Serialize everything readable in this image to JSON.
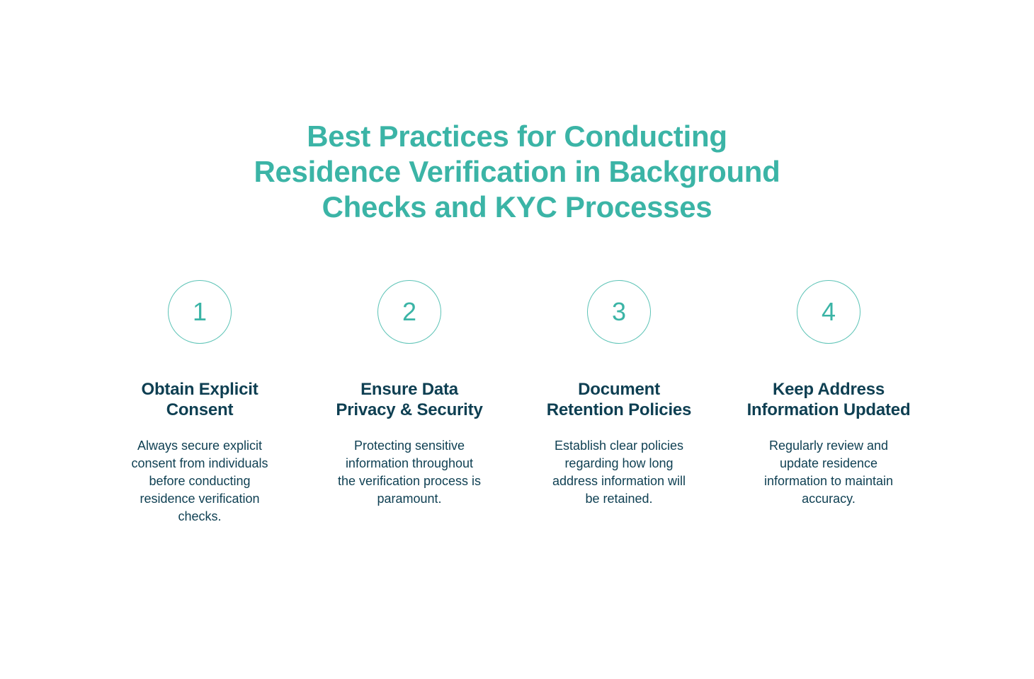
{
  "title": {
    "lines": [
      "Best Practices for Conducting",
      "Residence Verification in Background",
      "Checks and KYC Processes"
    ]
  },
  "colors": {
    "accent": "#3bb4a6",
    "heading": "#0e3f52",
    "circle_border": "#5cc3b6",
    "background": "#ffffff"
  },
  "steps": [
    {
      "number": "1",
      "heading": [
        "Obtain Explicit",
        "Consent"
      ],
      "description": [
        "Always secure explicit",
        "consent from individuals",
        "before conducting",
        "residence verification",
        "checks."
      ]
    },
    {
      "number": "2",
      "heading": [
        "Ensure Data",
        "Privacy & Security"
      ],
      "description": [
        "Protecting sensitive",
        "information throughout",
        "the verification process is",
        "paramount."
      ]
    },
    {
      "number": "3",
      "heading": [
        "Document",
        "Retention Policies"
      ],
      "description": [
        "Establish clear policies",
        "regarding how long",
        "address information will",
        "be retained."
      ]
    },
    {
      "number": "4",
      "heading": [
        "Keep Address",
        "Information Updated"
      ],
      "description": [
        "Regularly review and",
        "update residence",
        "information to maintain",
        "accuracy."
      ]
    }
  ]
}
